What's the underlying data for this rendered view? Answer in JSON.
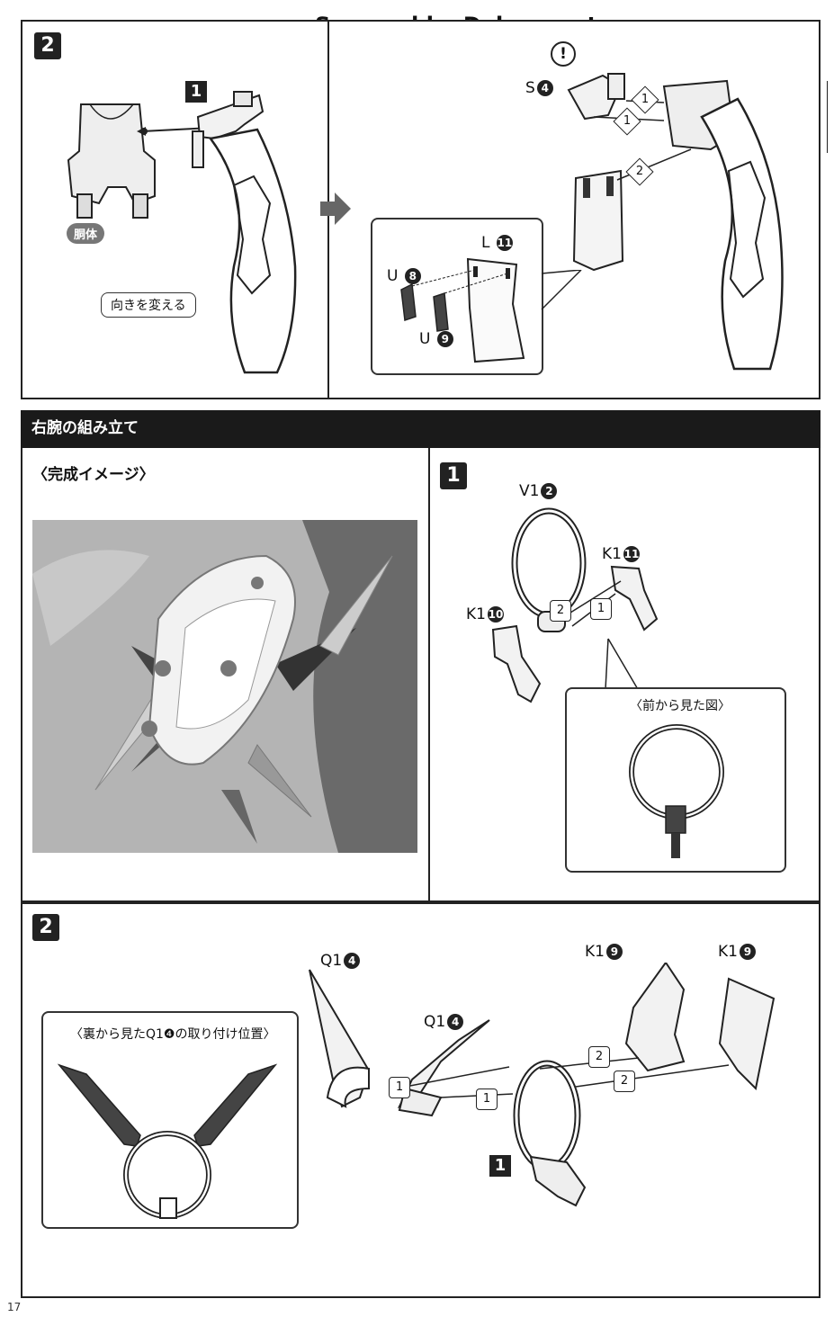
{
  "watermark": "Scanned by Dalong.net",
  "page_number": "17",
  "colors": {
    "ink": "#111111",
    "bar": "#1a1a1a",
    "photo_bg": "#a9a9a9",
    "tag": "#777777"
  },
  "top_step": {
    "step": "2",
    "sub_step": "1",
    "torso_tag": "胴体",
    "direction_note": "向きを変える",
    "alert_icon": "!",
    "parts": {
      "s": {
        "letter": "S",
        "num": "4"
      },
      "l": {
        "letter": "L",
        "num": "11"
      },
      "u8": {
        "letter": "U",
        "num": "8"
      },
      "u9": {
        "letter": "U",
        "num": "9"
      }
    },
    "arrows": {
      "a1": "1",
      "a2": "1",
      "a3": "2"
    }
  },
  "section": {
    "title": "右腕の組み立て",
    "preview_label": "〈完成イメージ〉"
  },
  "step1": {
    "step": "1",
    "parts": {
      "v1": {
        "letter": "V1",
        "num": "2"
      },
      "k1a": {
        "letter": "K1",
        "num": "11"
      },
      "k1b": {
        "letter": "K1",
        "num": "10"
      }
    },
    "arrows": {
      "a1": "1",
      "a2": "2"
    },
    "callout_title": "〈前から見た図〉"
  },
  "step2": {
    "step": "2",
    "sub_step": "1",
    "callout_title": "〈裏から見たQ1❹の取り付け位置〉",
    "parts": {
      "q1a": {
        "letter": "Q1",
        "num": "4"
      },
      "q1b": {
        "letter": "Q1",
        "num": "4"
      },
      "k19a": {
        "letter": "K1",
        "num": "9"
      },
      "k19b": {
        "letter": "K1",
        "num": "9"
      }
    },
    "arrows": {
      "a1": "1",
      "a2": "1",
      "a3": "2",
      "a4": "2"
    }
  }
}
